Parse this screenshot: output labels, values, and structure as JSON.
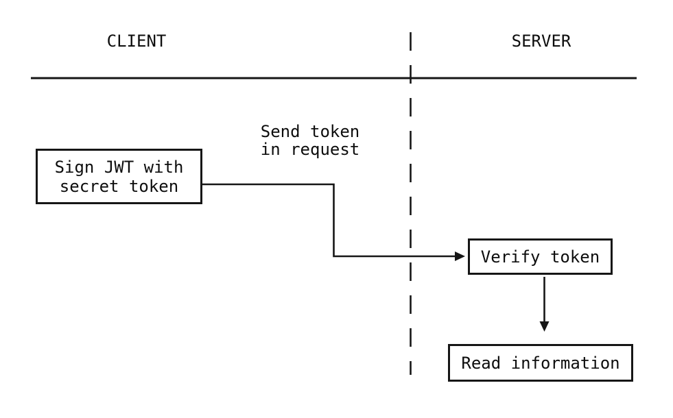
{
  "diagram": {
    "lanes": {
      "client_label": "CLIENT",
      "server_label": "SERVER"
    },
    "nodes": {
      "sign_jwt": {
        "lines": [
          "Sign JWT with",
          "secret token"
        ]
      },
      "verify_token": {
        "label": "Verify token"
      },
      "read_information": {
        "label": "Read information"
      }
    },
    "edges": {
      "send_token": {
        "lines": [
          "Send token",
          "in request"
        ]
      }
    },
    "colors": {
      "ink": "#161616",
      "background": "#ffffff"
    }
  }
}
